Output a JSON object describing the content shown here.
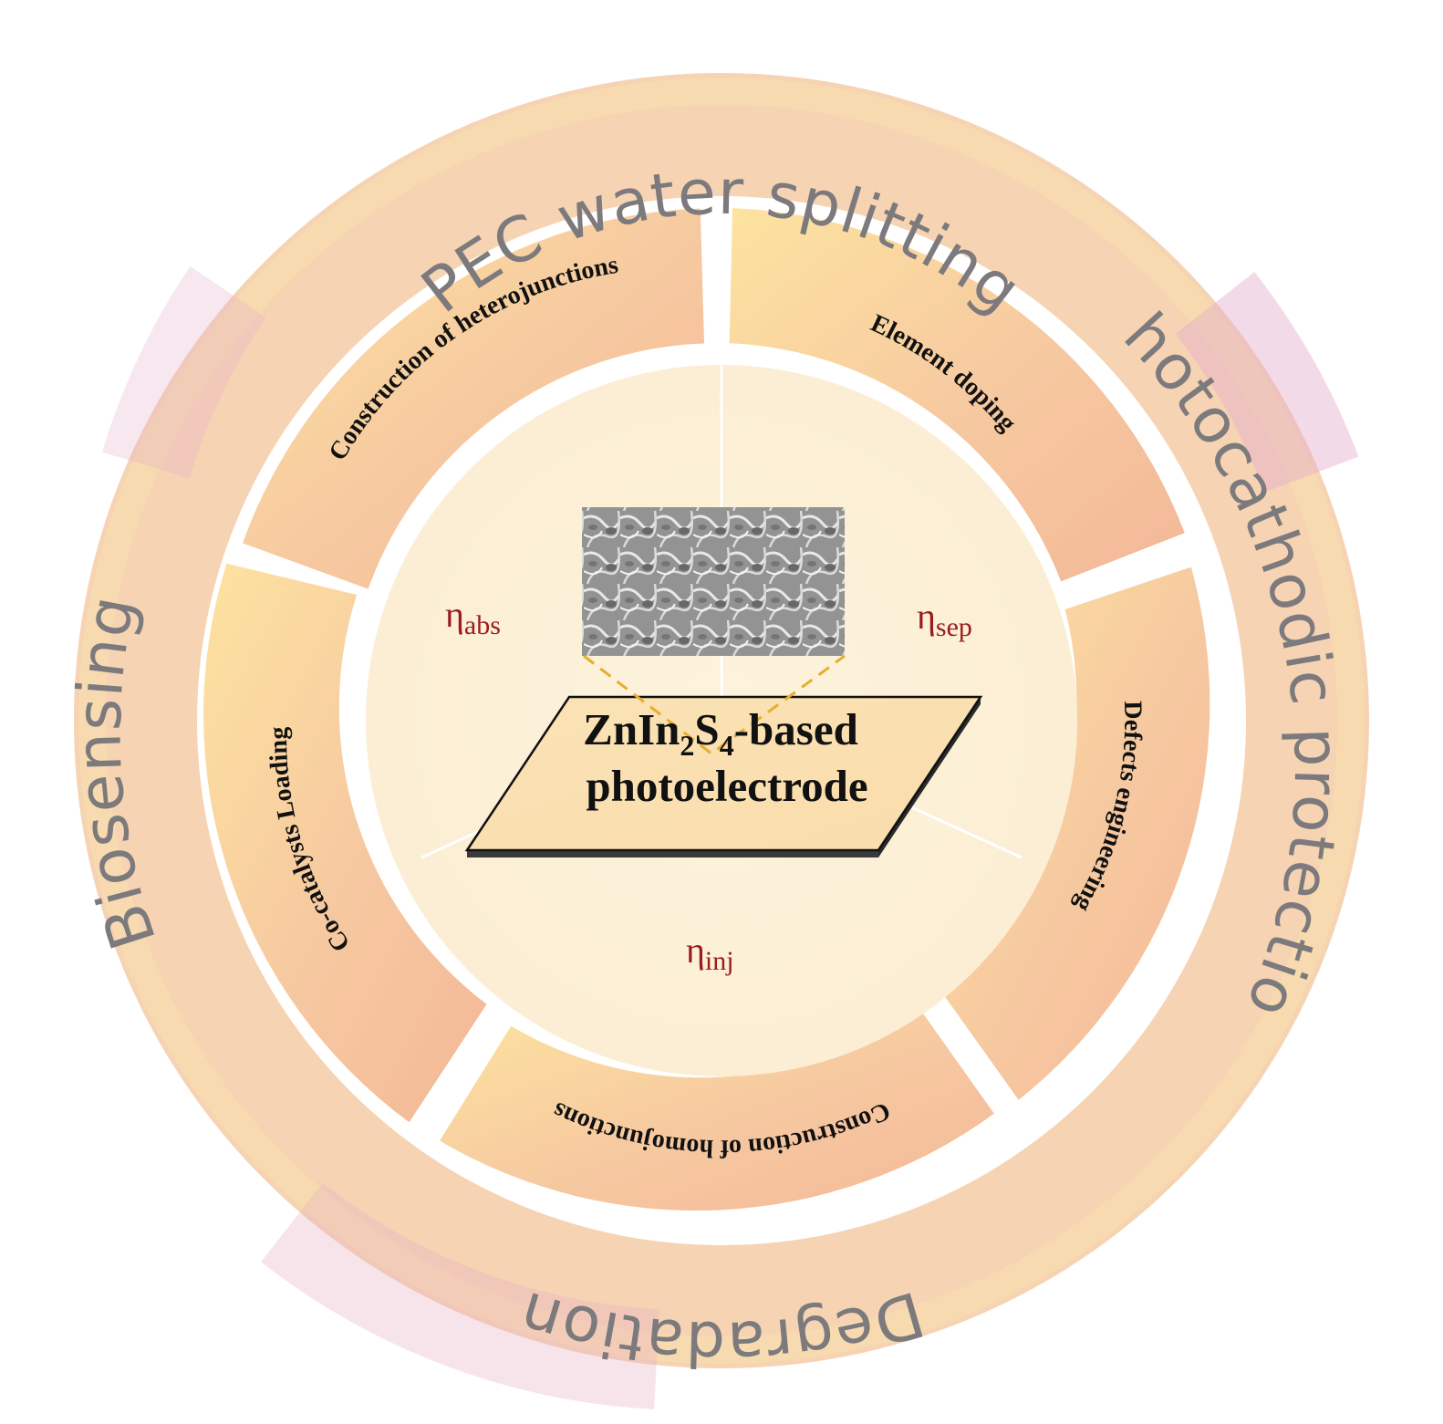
{
  "applications": {
    "top": "PEC water splitting",
    "right": "Photocathodic protection",
    "bottom": "Degradation",
    "left": "Biosensing"
  },
  "strategies": {
    "heterojunctions": "Construction of heterojunctions",
    "doping": "Element doping",
    "defects": "Defects engineering",
    "homojunctions": "Construction of homojunctions",
    "cocatalysts": "Co-catalysts Loading"
  },
  "efficiencies": {
    "abs": {
      "symbol": "η",
      "sub": "abs"
    },
    "sep": {
      "symbol": "η",
      "sub": "sep"
    },
    "inj": {
      "symbol": "η",
      "sub": "inj"
    }
  },
  "center": {
    "line1_a": "ZnIn",
    "line1_sub1": "2",
    "line1_b": "S",
    "line1_sub2": "4",
    "line1_c": "-based",
    "line2": "photoelectrode"
  },
  "colors": {
    "outer_ring_gold": "#f7d9a8",
    "outer_ring_pink": "#f2c3c0",
    "outer_ring_mauve": "#e3a9c6",
    "segment_peach": "#f4bd9e",
    "segment_yellow": "#fde3a0",
    "inner_disc": "#fdf3df",
    "eta_red": "#9b1c1c",
    "dashed_line": "#e8ac2e"
  }
}
